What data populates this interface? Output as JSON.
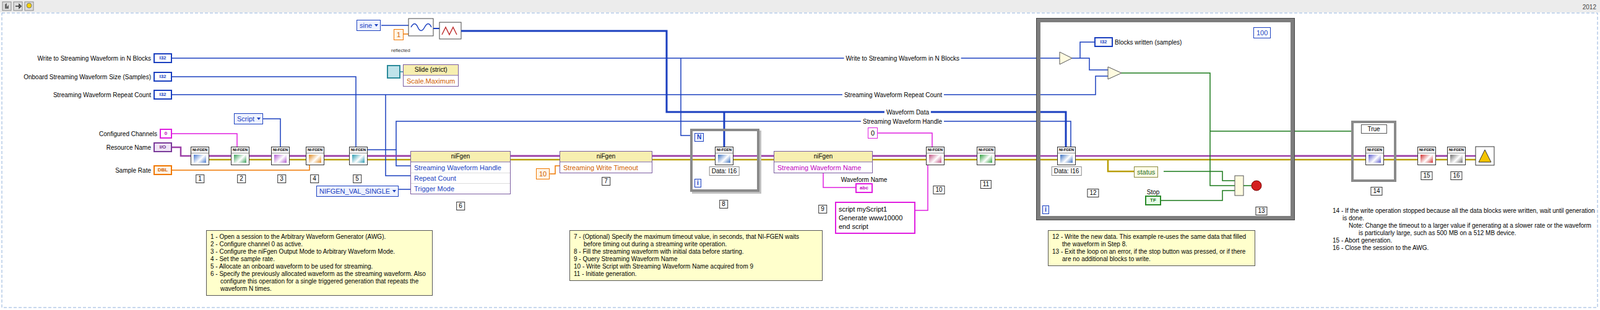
{
  "diagram": {
    "nodes": [
      {
        "text": [
          "Write to Streaming Waveform in N Blocks",
          "I32"
        ]
      },
      {
        "text": [
          "Onboard Streaming Waveform Size (Samples)",
          "I32"
        ]
      },
      {
        "text": [
          "Streaming Waveform Repeat Count",
          "I32"
        ]
      },
      {
        "text": [
          "sine"
        ]
      },
      {
        "text": [
          "1"
        ]
      },
      {
        "text": [
          "Slide (strict)",
          "Scale.Maximum"
        ]
      },
      {
        "text": [
          "Configured Channels",
          "0"
        ]
      },
      {
        "text": [
          "Resource Name",
          "I/O"
        ]
      },
      {
        "text": [
          "Sample Rate",
          "DBL"
        ]
      },
      {
        "text": [
          "Script"
        ]
      },
      {
        "text": [
          "NI-FGEN"
        ]
      },
      {
        "text": [
          "NI-FGEN"
        ]
      },
      {
        "text": [
          "NI-FGEN"
        ]
      },
      {
        "text": [
          "NI-FGEN"
        ]
      },
      {
        "text": [
          "NI-FGEN"
        ]
      },
      {
        "text": [
          "niFgen",
          "Streaming Waveform Handle",
          "Repeat Count",
          "Trigger Mode"
        ]
      },
      {
        "text": [
          "NIFGEN_VAL_SINGLE"
        ]
      },
      {
        "text": [
          "10"
        ]
      },
      {
        "text": [
          "niFgen",
          "Streaming Write Timeout"
        ]
      },
      {
        "text": [
          "N",
          "i"
        ]
      },
      {
        "text": [
          "NI-FGEN",
          "Data: I16"
        ],
        "in": 19
      },
      {
        "text": [
          "niFgen",
          "Streaming Waveform Name"
        ]
      },
      {
        "text": [
          "Waveform Name",
          "abc"
        ]
      },
      {
        "text": [
          "0"
        ]
      },
      {
        "text": [
          "script myScript1 Generate www10000 end script"
        ]
      },
      {
        "text": [
          "NI-FGEN"
        ]
      },
      {
        "text": [
          "NI-FGEN"
        ]
      },
      {
        "text": [
          "i"
        ]
      },
      {
        "text": [
          "100"
        ],
        "in": 27
      },
      {
        "text": [
          "I32",
          "Blocks written (samples)"
        ],
        "in": 27
      },
      {
        "text": [
          "NI-FGEN",
          "Data: I16"
        ],
        "in": 27
      },
      {
        "text": [
          "status"
        ],
        "in": 27
      },
      {
        "text": [
          "Stop",
          "TF"
        ],
        "in": 27
      },
      {
        "text": [
          "True"
        ]
      },
      {
        "text": [
          "NI-FGEN"
        ],
        "in": 33
      },
      {
        "text": [
          "NI-FGEN"
        ]
      },
      {
        "text": [
          "NI-FGEN"
        ]
      },
      {
        "text": [
          "1 - Open a session to the Arbitrary Waveform Generator (AWG).",
          "2 - Configure channel 0 as active.",
          "3 - Configure the niFgen Output Mode to Arbitrary Waveform Mode.",
          "4 - Set the sample rate.",
          "5 - Allocate an onboard waveform to be used for streaming.",
          "6 - Specify the previously allocated waveform as the streaming waveform. Also configure this operation for a single triggered generation that repeats the waveform N times."
        ]
      },
      {
        "text": [
          "7 - (Optional) Specify the maximum timeout value, in seconds, that NI-FGEN waits before timing out during a streaming write operation.",
          "8 - Fill the streaming waveform with initial data before starting.",
          "9 - Query Streaming Waveform Name",
          "10 - Write Script with Streaming Waveform Name acquired from 9",
          "11 - Initiate generation."
        ]
      },
      {
        "text": [
          "12 - Write the new data. This example re-uses the same data that filled the waveform in Step 8.",
          "13 - Exit the loop on an error, if the stop button was pressed, or if there are no additional blocks to write."
        ]
      }
    ],
    "edges": [
      {
        "from": 7,
        "to": 10,
        "arrow": "none"
      },
      {
        "from": 10,
        "to": 11,
        "arrow": "none"
      },
      {
        "from": 11,
        "to": 12,
        "arrow": "none"
      },
      {
        "from": 12,
        "to": 13,
        "arrow": "none"
      },
      {
        "from": 13,
        "to": 14,
        "arrow": "none"
      },
      {
        "from": 14,
        "to": 15,
        "arrow": "none"
      },
      {
        "from": 15,
        "to": 18,
        "arrow": "none"
      },
      {
        "from": 18,
        "to": 19,
        "arrow": "none"
      },
      {
        "from": 19,
        "to": 21,
        "arrow": "none"
      },
      {
        "from": 21,
        "to": 25,
        "arrow": "none"
      },
      {
        "from": 25,
        "to": 26,
        "arrow": "none"
      },
      {
        "from": 26,
        "to": 27,
        "arrow": "none"
      },
      {
        "from": 27,
        "to": 33,
        "arrow": "none"
      },
      {
        "from": 33,
        "to": 35,
        "arrow": "none"
      },
      {
        "from": 35,
        "to": 36,
        "arrow": "none"
      },
      {
        "from": 6,
        "to": 11,
        "arrow": "none"
      },
      {
        "from": 9,
        "to": 12,
        "arrow": "none"
      },
      {
        "from": 8,
        "to": 13,
        "arrow": "none"
      },
      {
        "from": 1,
        "to": 14,
        "arrow": "none"
      },
      {
        "from": 16,
        "to": 15,
        "arrow": "none"
      },
      {
        "from": 17,
        "to": 18,
        "arrow": "none"
      },
      {
        "from": 21,
        "to": 22,
        "arrow": "none"
      },
      {
        "from": 23,
        "to": 25,
        "arrow": "none"
      },
      {
        "from": 24,
        "to": 25,
        "arrow": "none"
      },
      {
        "from": 0,
        "to": 27,
        "arrow": "none"
      },
      {
        "from": 2,
        "to": 27,
        "arrow": "none"
      }
    ],
    "labels": [
      "2012",
      "reflected",
      "Write to Streaming Waveform in N Blocks",
      "Streaming Waveform Repeat Count",
      "Waveform Data",
      "Streaming Waveform Handle",
      "1",
      "2",
      "3",
      "4",
      "5",
      "6",
      "7",
      "8",
      "9",
      "10",
      "11",
      "12",
      "13",
      "14",
      "15",
      "16",
      "14 - If the write operation stopped because all the data blocks were written, wait until generation is done.",
      "Note: Change the timeout to a larger value if generating at a slower rate or the waveform is particularly large, such as 500 MB on a 512 MB device.",
      "15 - Abort generation.",
      "16 - Close the session to the AWG."
    ]
  }
}
